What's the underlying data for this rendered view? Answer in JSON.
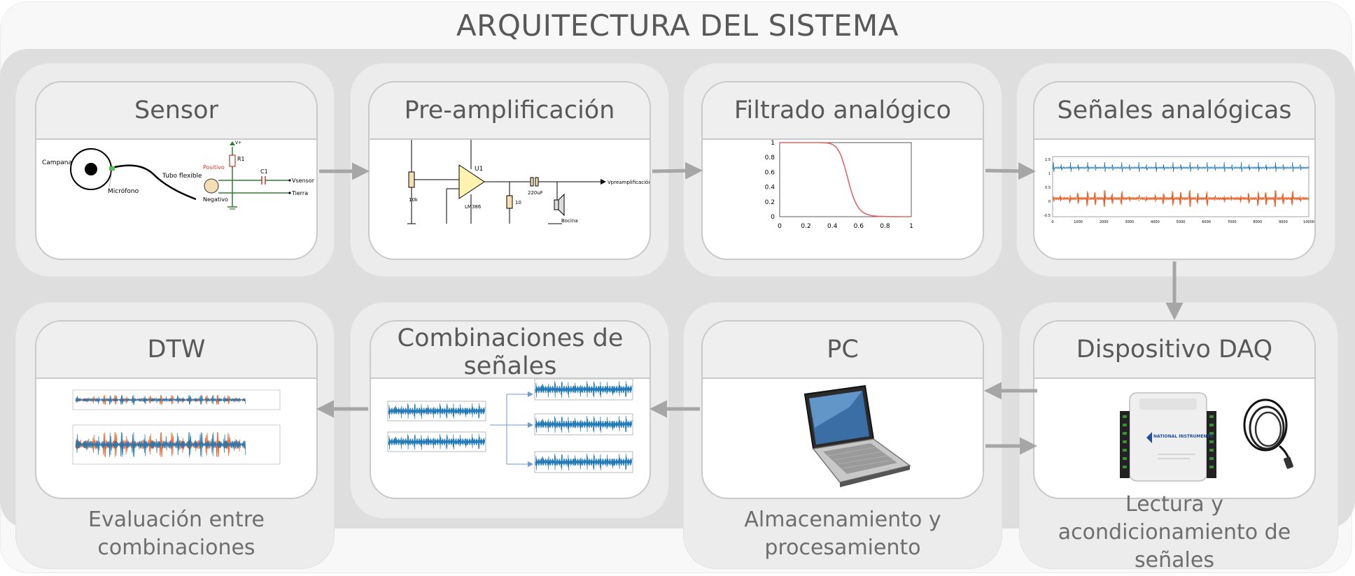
{
  "title": "ARQUITECTURA DEL SISTEMA",
  "colors": {
    "arrow": "#a6a6a6",
    "signal_blue": "#1f77b4",
    "signal_orange": "#e0602a",
    "filter_curve": "#e06666"
  },
  "cards": {
    "sensor": {
      "title": "Sensor",
      "labels": {
        "campana": "Campana",
        "microfono": "Micrófono",
        "tubo": "Tubo flexible",
        "positivo": "Positivo",
        "negativo": "Negativo",
        "r1": "R1",
        "c1": "C1",
        "vsensor": "Vsensor",
        "tierra": "Tierra",
        "vcc": "V+"
      }
    },
    "preamp": {
      "title": "Pre-amplificación",
      "labels": {
        "u1": "U1",
        "lm": "LM386",
        "r10k": "10k",
        "r10": "10",
        "cap": "220uF",
        "out": "Vpreamplificación",
        "bocina": "Bocina"
      }
    },
    "filtro": {
      "title": "Filtrado analógico"
    },
    "senales": {
      "title": "Señales analógicas"
    },
    "daq": {
      "title": "Dispositivo DAQ",
      "brand": "NATIONAL INSTRUMENTS"
    },
    "pc": {
      "title": "PC"
    },
    "combinaciones": {
      "title": "Combinaciones de señales"
    },
    "dtw": {
      "title": "DTW"
    }
  },
  "captions": {
    "dtw": "Evaluación entre combinaciones",
    "pc": "Almacenamiento y procesamiento",
    "daq": "Lectura y acondicionamiento de señales"
  },
  "chart_data": [
    {
      "type": "line",
      "x": [
        0,
        0.2,
        0.4,
        0.45,
        0.5,
        0.55,
        0.6,
        0.65,
        0.7,
        0.8,
        1
      ],
      "values": [
        1,
        1,
        0.99,
        0.95,
        0.8,
        0.5,
        0.2,
        0.06,
        0.02,
        0,
        0
      ],
      "xlim": [
        0,
        1
      ],
      "ylim": [
        0,
        1
      ],
      "xticks": [
        "0",
        "0.2",
        "0.4",
        "0.6",
        "0.8",
        "1"
      ],
      "yticks": [
        "0",
        "0.2",
        "0.4",
        "0.6",
        "0.8",
        "1"
      ]
    },
    {
      "type": "line",
      "xlim": [
        0,
        10000
      ],
      "xticks": [
        "0",
        "1000",
        "2000",
        "3000",
        "4000",
        "5000",
        "6000",
        "7000",
        "8000",
        "9000",
        "10000"
      ],
      "series": [
        {
          "color": "#1f77b4"
        },
        {
          "color": "#e0602a"
        }
      ]
    }
  ]
}
